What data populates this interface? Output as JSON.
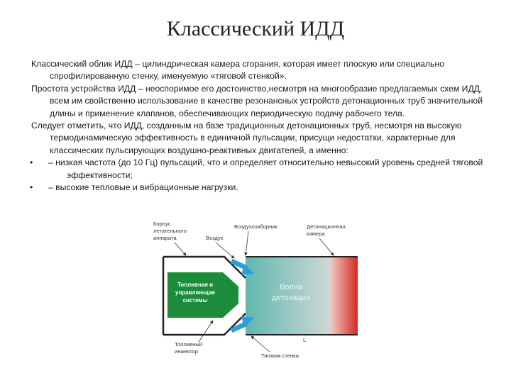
{
  "title": "Классический ИДД",
  "paragraphs": [
    "Классический облик ИДД – цилиндрическая камера сгорания, которая имеет плоскую или специально спрофилированную стенку, именуемую «тяговой стенкой».",
    "Простота устройства ИДД – неоспоримое его достоинство,несмотря на многообразие предлагаемых схем ИДД, всем им свойственно использование в качестве резонансных устройств детонационных труб значительной длины и применение клапанов, обеспечивающих периодическую подачу рабочего тела.",
    "Следует отметить, что ИДД, созданным на базе традиционных детонационных труб, несмотря на высокую термодинамическую эффективность в единичной пульсации, присущи недостатки, характерные для классических пульсирующих воздушно-реактивных двигателей, а именно:"
  ],
  "bullets": [
    "– низкая частота (до 10 Гц) пульсаций, что и определяет относительно невысокий уровень средней тяговой эффективности;",
    "– высокие тепловые и вибрационные нагрузки."
  ],
  "bullet_glyph": "•",
  "diagram": {
    "labels": {
      "hull": [
        "Корпус",
        "летательного",
        "аппарата"
      ],
      "air": "Воздух",
      "intake": "Воздухозаборник",
      "chamber": [
        "Детонационная",
        "камера"
      ],
      "fuel_system": [
        "Топливная и",
        "управляющая",
        "системы"
      ],
      "wave": [
        "Волна",
        "детонации"
      ],
      "length": "L",
      "injector": [
        "Топливный",
        "инжектор"
      ],
      "thrust_wall": "Тяговая стенка"
    },
    "colors": {
      "fuel_box": "#1a8c3a",
      "flow_arrow": "#2aa0d8",
      "wave_start": "#5fb8b0",
      "wave_end": "#cfd8d6",
      "burn": "#d42a1f"
    }
  }
}
